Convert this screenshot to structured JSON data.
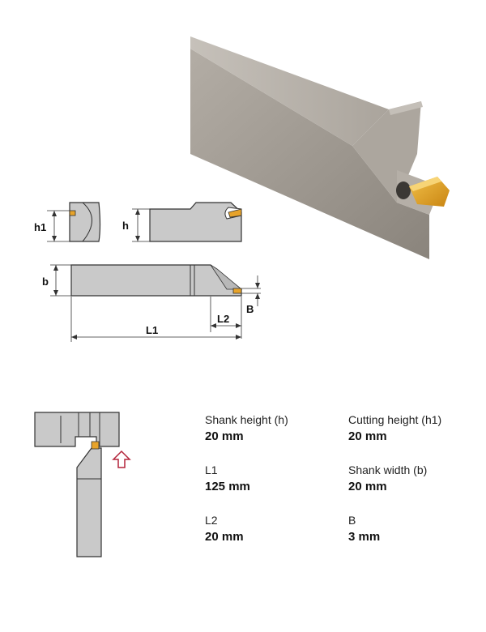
{
  "dimensions": {
    "h1": "h1",
    "h": "h",
    "b": "b",
    "B": "B",
    "L1": "L1",
    "L2": "L2"
  },
  "specs": [
    {
      "label": "Shank height (h)",
      "value": "20 mm"
    },
    {
      "label": "Cutting height (h1)",
      "value": "20 mm"
    },
    {
      "label": "L1",
      "value": "125 mm"
    },
    {
      "label": "Shank width (b)",
      "value": "20 mm"
    },
    {
      "label": "L2",
      "value": "20 mm"
    },
    {
      "label": "B",
      "value": "3 mm"
    }
  ],
  "colors": {
    "steel": "#a09a93",
    "steel_dark": "#7d7770",
    "insert_gold": "#e7a32a",
    "drawing_gray": "#c9c9c9",
    "arrow_red": "#b3243a"
  }
}
